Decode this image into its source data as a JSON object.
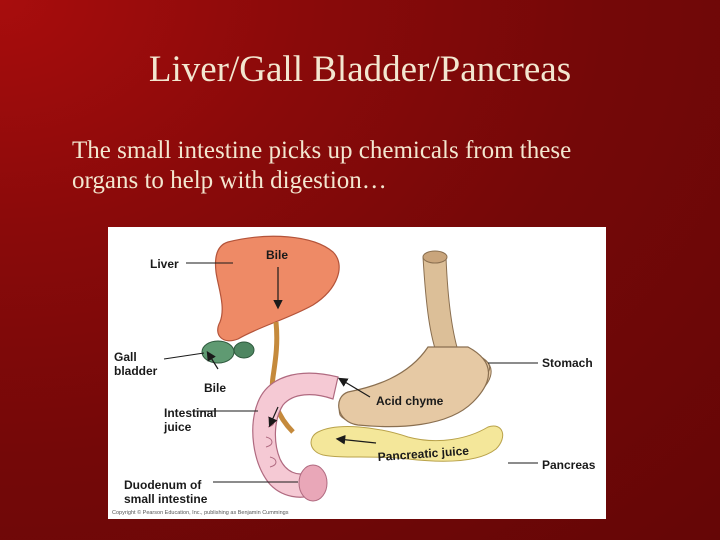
{
  "slide": {
    "title": "Liver/Gall Bladder/Pancreas",
    "body_line_1": "The small intestine picks up chemicals from these",
    "body_line_2": "organs to help with digestion…"
  },
  "figure": {
    "labels": {
      "liver": "Liver",
      "bile_top": "Bile",
      "gall_bladder_1": "Gall",
      "gall_bladder_2": "bladder",
      "bile_lower": "Bile",
      "stomach": "Stomach",
      "intestinal_juice_1": "Intestinal",
      "intestinal_juice_2": "juice",
      "acid_chyme": "Acid chyme",
      "pancreatic_juice": "Pancreatic juice",
      "pancreas": "Pancreas",
      "duodenum_1": "Duodenum of",
      "duodenum_2": "small intestine"
    },
    "copyright": "Copyright © Pearson Education, Inc., publishing as Benjamin Cummings"
  },
  "colors": {
    "background": "#7a0a0a",
    "text": "#f3e7d0",
    "liver": "#ee8a66",
    "stomach": "#e6c9a4",
    "pancreas": "#f4e79a",
    "intestine": "#f5c9d4",
    "gall_bladder": "#5f9a72"
  }
}
